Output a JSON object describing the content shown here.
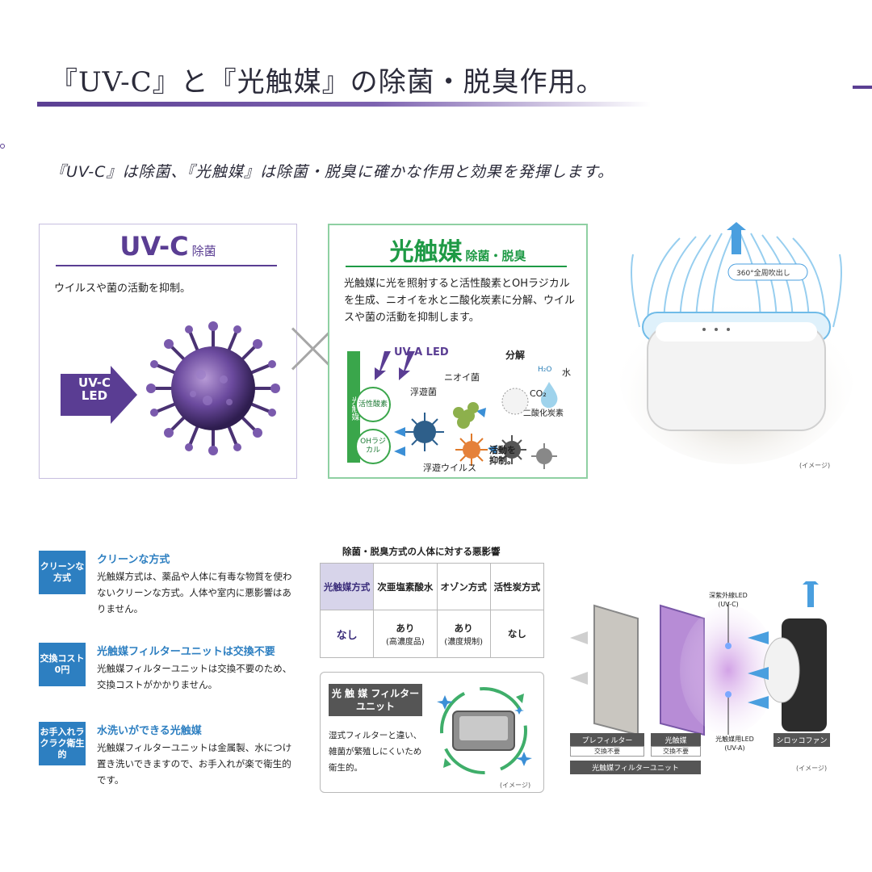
{
  "header": {
    "title": "『UV-C』と『光触媒』の除菌・脱臭作用。",
    "subtitle": "『UV-C』は除菌、『光触媒』は除菌・脱臭に確かな作用と効果を発揮します。"
  },
  "uvc_box": {
    "title": "UV-C",
    "title_sub": "除菌",
    "desc": "ウイルスや菌の活動を抑制。",
    "led_label_1": "UV-C",
    "led_label_2": "LED"
  },
  "photo_box": {
    "title": "光触媒",
    "title_sub": "除菌・脱臭",
    "desc": "光触媒に光を照射すると活性酸素とOHラジカルを生成、ニオイを水と二酸化炭素に分解、ウイルスや菌の活動を抑制します。",
    "bar_label": "光触媒",
    "uva_led": "UV-A LED",
    "bubble_active": "活性酸素",
    "bubble_oh": "OHラジカル",
    "label_odor_germ": "ニオイ菌",
    "label_float_germ": "浮遊菌",
    "label_float_virus": "浮遊ウイルス",
    "label_decompose": "分解",
    "label_h2o": "H₂O",
    "label_water": "水",
    "label_co2": "CO₂",
    "label_co2_full": "二酸化炭素",
    "label_suppress": "活動を抑制。"
  },
  "product_top": {
    "badge": "360°全周吹出し",
    "image_note": "(イメージ)"
  },
  "features": [
    {
      "badge": "クリーンな方式",
      "title": "クリーンな方式",
      "body": "光触媒方式は、薬品や人体に有毒な物質を使わないクリーンな方式。人体や室内に悪影響はありません。"
    },
    {
      "badge": "交換コスト0円",
      "title": "光触媒フィルターユニットは交換不要",
      "body": "光触媒フィルターユニットは交換不要のため、交換コストがかかりません。"
    },
    {
      "badge": "お手入れラクラク衛生的",
      "title": "水洗いができる光触媒",
      "body": "光触媒フィルターユニットは金属製、水につけ置き洗いできますので、お手入れが楽で衛生的です。"
    }
  ],
  "comparison": {
    "title": "除菌・脱臭方式の人体に対する悪影響",
    "headers": [
      "光触媒方式",
      "次亜塩素酸水",
      "オゾン方式",
      "活性炭方式"
    ],
    "values": [
      {
        "main": "なし",
        "note": ""
      },
      {
        "main": "あり",
        "note": "(高濃度品)"
      },
      {
        "main": "あり",
        "note": "(濃度規制)"
      },
      {
        "main": "なし",
        "note": ""
      }
    ]
  },
  "filter_box": {
    "tag": "光 触 媒 フィルターユニット",
    "text": "湿式フィルターと違い、雑菌が繁殖しにくいため衛生的。",
    "image_note": "(イメージ)"
  },
  "filter_diagram": {
    "deep_uv_led": "深紫外線LED (UV-C)",
    "photo_led": "光触媒用LED (UV-A)",
    "prefilter": "プレフィルター",
    "prefilter_note": "交換不要",
    "photocat": "光触媒",
    "photocat_note": "交換不要",
    "unit": "光触媒フィルターユニット",
    "fan": "シロッコファン",
    "image_note": "(イメージ)"
  },
  "colors": {
    "purple": "#5a3d93",
    "green": "#1e9a45",
    "blue": "#2d7fc1"
  }
}
